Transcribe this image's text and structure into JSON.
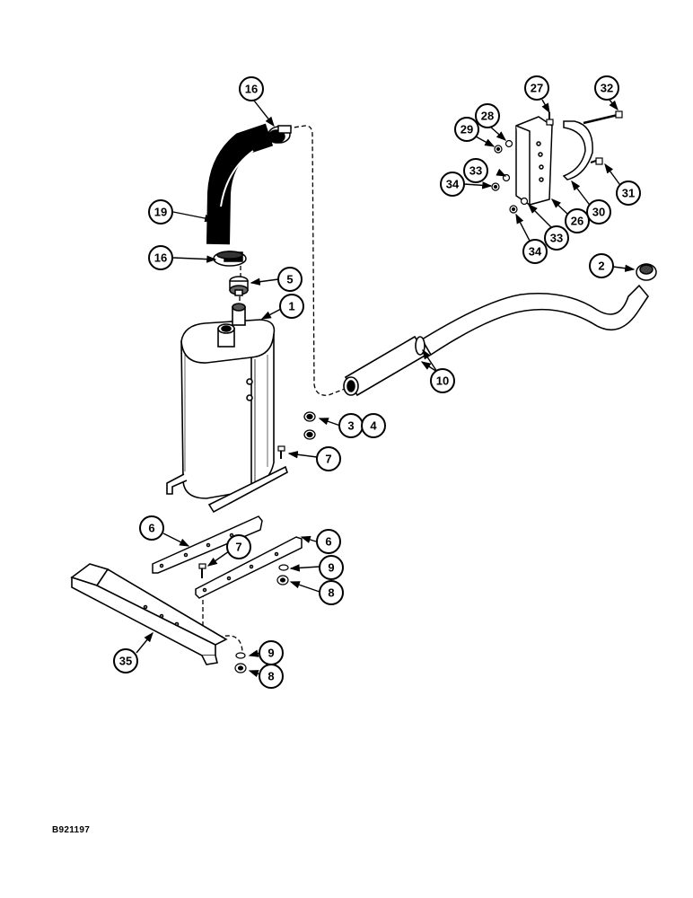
{
  "diagram": {
    "reference_code": "B921197",
    "callouts": [
      {
        "id": "c16a",
        "label": "16"
      },
      {
        "id": "c19",
        "label": "19"
      },
      {
        "id": "c16b",
        "label": "16"
      },
      {
        "id": "c5",
        "label": "5"
      },
      {
        "id": "c1",
        "label": "1"
      },
      {
        "id": "c3",
        "label": "3"
      },
      {
        "id": "c4",
        "label": "4"
      },
      {
        "id": "c7a",
        "label": "7"
      },
      {
        "id": "c6a",
        "label": "6"
      },
      {
        "id": "c7b",
        "label": "7"
      },
      {
        "id": "c6b",
        "label": "6"
      },
      {
        "id": "c9a",
        "label": "9"
      },
      {
        "id": "c8a",
        "label": "8"
      },
      {
        "id": "c35",
        "label": "35"
      },
      {
        "id": "c9b",
        "label": "9"
      },
      {
        "id": "c8b",
        "label": "8"
      },
      {
        "id": "c10",
        "label": "10"
      },
      {
        "id": "c2",
        "label": "2"
      },
      {
        "id": "c27",
        "label": "27"
      },
      {
        "id": "c32",
        "label": "32"
      },
      {
        "id": "c28",
        "label": "28"
      },
      {
        "id": "c29",
        "label": "29"
      },
      {
        "id": "c33a",
        "label": "33"
      },
      {
        "id": "c34a",
        "label": "34"
      },
      {
        "id": "c31",
        "label": "31"
      },
      {
        "id": "c30",
        "label": "30"
      },
      {
        "id": "c26",
        "label": "26"
      },
      {
        "id": "c33b",
        "label": "33"
      },
      {
        "id": "c34b",
        "label": "34"
      }
    ]
  }
}
